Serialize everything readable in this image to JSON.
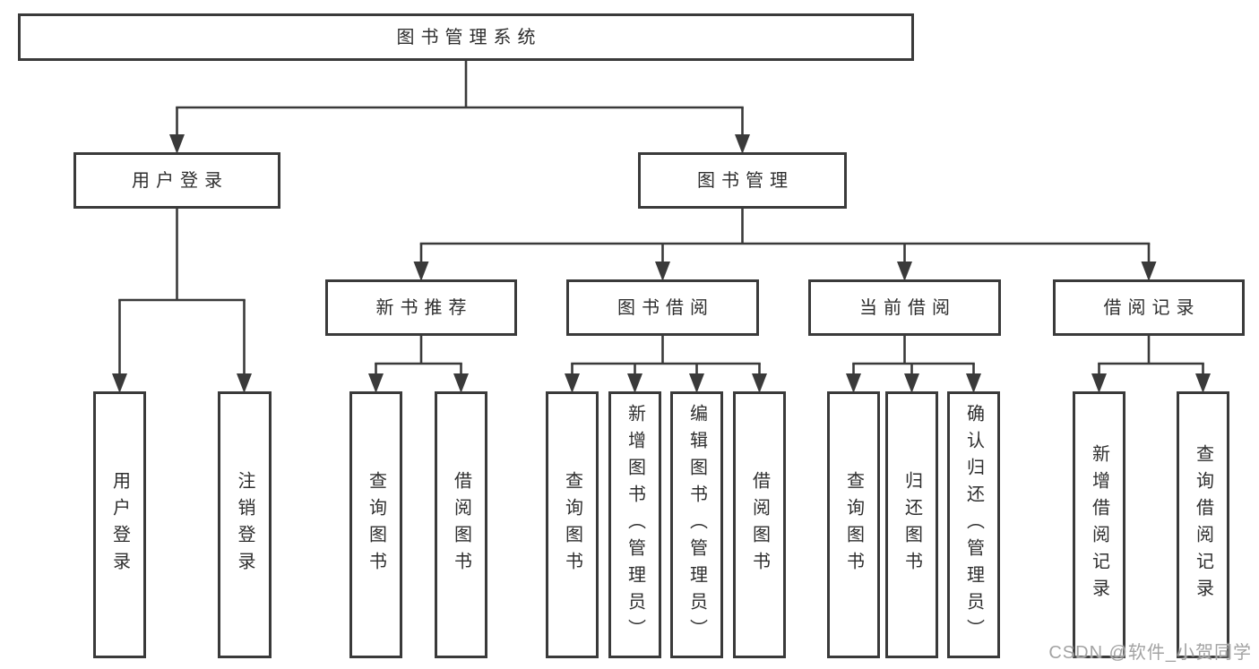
{
  "nodes": {
    "root": "图书管理系统",
    "level2": [
      "用户登录",
      "图书管理"
    ],
    "level3": [
      "新书推荐",
      "图书借阅",
      "当前借阅",
      "借阅记录"
    ],
    "leaves": [
      "用户登录",
      "注销登录",
      "查询图书",
      "借阅图书",
      "查询图书",
      "新增图书（管理员）",
      "编辑图书（管理员）",
      "借阅图书",
      "查询图书",
      "归还图书",
      "确认归还（管理员）",
      "新增借阅记录",
      "查询借阅记录"
    ]
  },
  "watermark": "CSDN @软件_小贺同学",
  "colors": {
    "line": "#3a3a3a",
    "text": "#2e2e2e",
    "watermark": "#a3a3a3",
    "background": "#ffffff"
  }
}
